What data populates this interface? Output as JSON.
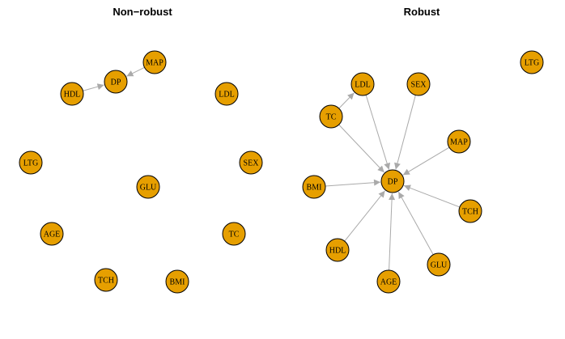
{
  "colors": {
    "node_fill": "#E69F00",
    "node_stroke": "#000000",
    "edge": "#AAAAAA"
  },
  "panels": [
    {
      "title": "Non−robust",
      "nodes": [
        "MAP",
        "DP",
        "HDL",
        "LDL",
        "LTG",
        "SEX",
        "GLU",
        "AGE",
        "TC",
        "TCH",
        "BMI"
      ],
      "edges": [
        {
          "from": "HDL",
          "to": "DP"
        },
        {
          "from": "MAP",
          "to": "DP"
        }
      ]
    },
    {
      "title": "Robust",
      "nodes": [
        "LTG",
        "LDL",
        "SEX",
        "TC",
        "MAP",
        "BMI",
        "DP",
        "TCH",
        "HDL",
        "GLU",
        "AGE"
      ],
      "edges": [
        {
          "from": "TC",
          "to": "LDL"
        },
        {
          "from": "TC",
          "to": "DP"
        },
        {
          "from": "LDL",
          "to": "DP"
        },
        {
          "from": "SEX",
          "to": "DP"
        },
        {
          "from": "MAP",
          "to": "DP"
        },
        {
          "from": "BMI",
          "to": "DP"
        },
        {
          "from": "TCH",
          "to": "DP"
        },
        {
          "from": "HDL",
          "to": "DP"
        },
        {
          "from": "AGE",
          "to": "DP"
        },
        {
          "from": "GLU",
          "to": "DP"
        }
      ]
    }
  ]
}
